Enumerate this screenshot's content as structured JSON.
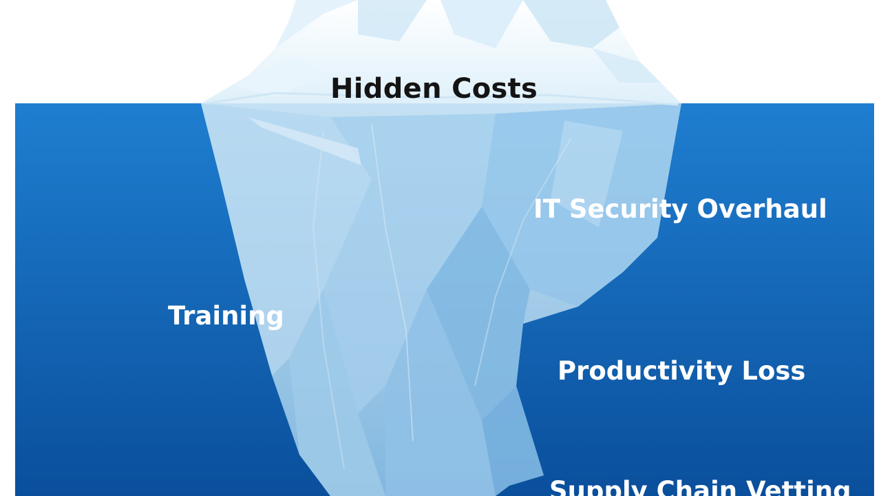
{
  "title": "Hidden Costs",
  "items": [
    "IT Security Overhaul",
    "Training",
    "Productivity Loss",
    "Supply Chain Vetting"
  ],
  "colors": {
    "water_top": "#1f7ed0",
    "water_bottom": "#0a4f9c",
    "ice_light": "#eef7fc",
    "ice_mid": "#a9d4ee",
    "label_on_water": "#ffffff",
    "label_title": "#141414"
  }
}
